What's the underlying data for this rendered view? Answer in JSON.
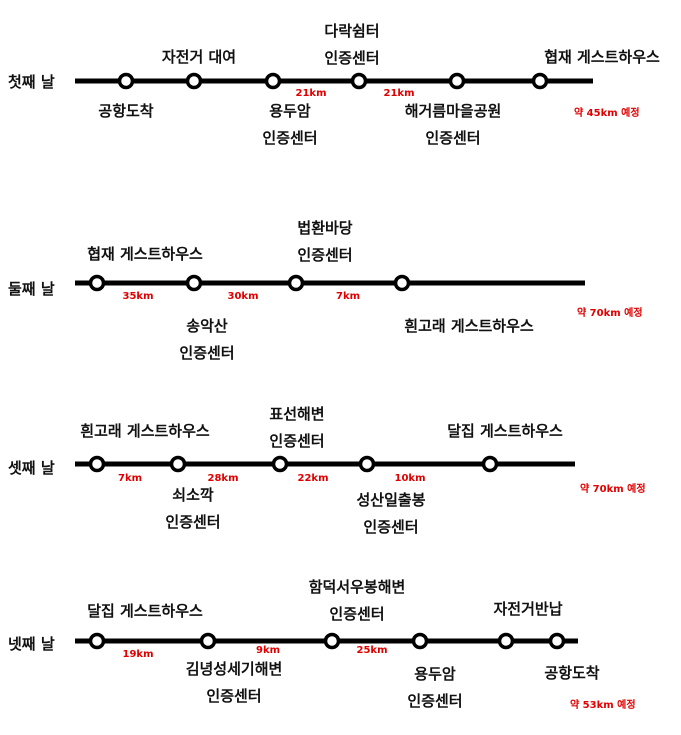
{
  "colors": {
    "line": "#000000",
    "distance": "#e00000",
    "background": "#ffffff"
  },
  "days": [
    {
      "day": "첫째 날",
      "total": "약 45km 예정",
      "stops": [
        {
          "lines": [
            "공항도착"
          ]
        },
        {
          "lines": [
            "자전거 대여"
          ]
        },
        {
          "lines": [
            "용두암",
            "인증센터"
          ]
        },
        {
          "lines": [
            "다락쉼터",
            "인증센터"
          ]
        },
        {
          "lines": [
            "해거름마을공원",
            "인증센터"
          ]
        },
        {
          "lines": [
            "협재 게스트하우스"
          ]
        }
      ],
      "segments": [
        "21km",
        "21km"
      ]
    },
    {
      "day": "둘째 날",
      "total": "약 70km 예정",
      "stops": [
        {
          "lines": [
            "협재 게스트하우스"
          ]
        },
        {
          "lines": [
            "송악산",
            "인증센터"
          ]
        },
        {
          "lines": [
            "법환바당",
            "인증센터"
          ]
        },
        {
          "lines": [
            "흰고래 게스트하우스"
          ]
        }
      ],
      "segments": [
        "35km",
        "30km",
        "7km"
      ]
    },
    {
      "day": "셋째 날",
      "total": "약 70km 예정",
      "stops": [
        {
          "lines": [
            "흰고래 게스트하우스"
          ]
        },
        {
          "lines": [
            "쇠소깍",
            "인증센터"
          ]
        },
        {
          "lines": [
            "표선해변",
            "인증센터"
          ]
        },
        {
          "lines": [
            "성산일출봉",
            "인증센터"
          ]
        },
        {
          "lines": [
            "달집 게스트하우스"
          ]
        }
      ],
      "segments": [
        "7km",
        "28km",
        "22km",
        "10km"
      ]
    },
    {
      "day": "넷째 날",
      "total": "약 53km 예정",
      "stops": [
        {
          "lines": [
            "달집 게스트하우스"
          ]
        },
        {
          "lines": [
            "김녕성세기해변",
            "인증센터"
          ]
        },
        {
          "lines": [
            "함덕서우봉해변",
            "인증센터"
          ]
        },
        {
          "lines": [
            "용두암",
            "인증센터"
          ]
        },
        {
          "lines": [
            "자전거반납"
          ]
        },
        {
          "lines": [
            "공항도착"
          ]
        }
      ],
      "segments": [
        "19km",
        "9km",
        "25km"
      ]
    }
  ]
}
